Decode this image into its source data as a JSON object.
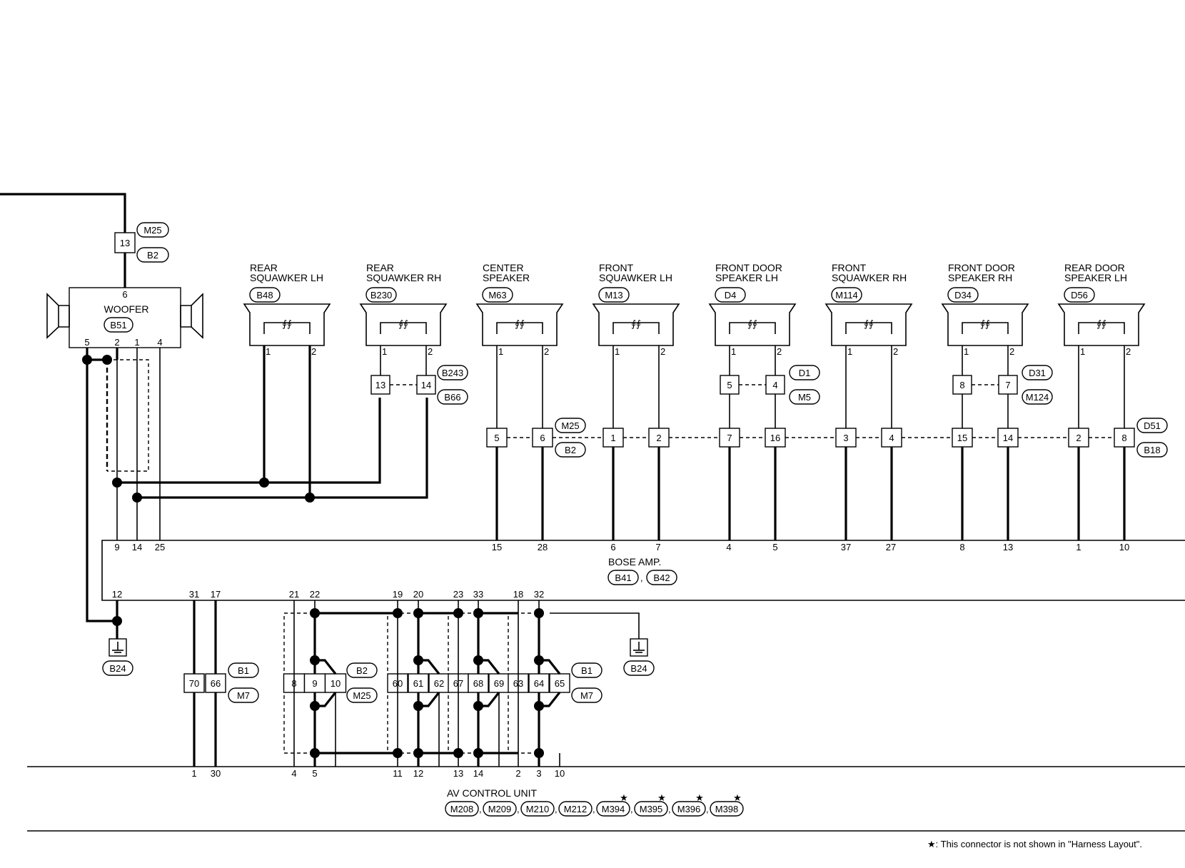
{
  "woofer": {
    "label": "WOOFER",
    "connector": "B51",
    "top_pin": "6",
    "pins": [
      "5",
      "2",
      "1",
      "4"
    ],
    "joint_pin": "13",
    "joint_connectors": [
      "M25",
      "B2"
    ]
  },
  "speakers": [
    {
      "title": [
        "REAR",
        "SQUAWKER LH"
      ],
      "connector": "B48",
      "pins": [
        "1",
        "2"
      ]
    },
    {
      "title": [
        "REAR",
        "SQUAWKER RH"
      ],
      "connector": "B230",
      "pins": [
        "1",
        "2"
      ],
      "joint": [
        "13",
        "14"
      ],
      "joint_connectors": [
        "B243",
        "B66"
      ]
    },
    {
      "title": [
        "CENTER",
        "SPEAKER"
      ],
      "connector": "M63",
      "pins": [
        "1",
        "2"
      ],
      "joint": [
        "5",
        "6"
      ],
      "joint_connectors": [
        "M25",
        "B2"
      ]
    },
    {
      "title": [
        "FRONT",
        "SQUAWKER LH"
      ],
      "connector": "M13",
      "pins": [
        "1",
        "2"
      ],
      "joint": [
        "1",
        "2"
      ]
    },
    {
      "title": [
        "FRONT DOOR",
        "SPEAKER LH"
      ],
      "connector": "D4",
      "pins": [
        "1",
        "2"
      ],
      "joint_upper": [
        "5",
        "4"
      ],
      "joint_upper_connectors": [
        "D1",
        "M5"
      ],
      "joint": [
        "7",
        "16"
      ]
    },
    {
      "title": [
        "FRONT",
        "SQUAWKER RH"
      ],
      "connector": "M114",
      "pins": [
        "1",
        "2"
      ],
      "joint": [
        "3",
        "4"
      ]
    },
    {
      "title": [
        "FRONT DOOR",
        "SPEAKER RH"
      ],
      "connector": "D34",
      "pins": [
        "1",
        "2"
      ],
      "joint_upper": [
        "8",
        "7"
      ],
      "joint_upper_connectors": [
        "D31",
        "M124"
      ],
      "joint": [
        "15",
        "14"
      ]
    },
    {
      "title": [
        "REAR DOOR",
        "SPEAKER LH"
      ],
      "connector": "D56",
      "pins": [
        "1",
        "2"
      ],
      "joint": [
        "2",
        "8"
      ],
      "joint_connectors": [
        "D51",
        "B18"
      ]
    }
  ],
  "bose_amp": {
    "label": "BOSE AMP.",
    "connectors": [
      "B41",
      "B42"
    ],
    "separator": ",",
    "top_pins": [
      "9",
      "14",
      "25",
      "15",
      "28",
      "6",
      "7",
      "4",
      "5",
      "37",
      "27",
      "8",
      "13",
      "1",
      "10"
    ],
    "bottom_pins": [
      "12",
      "31",
      "17",
      "21",
      "22",
      "19",
      "20",
      "23",
      "33",
      "18",
      "32"
    ]
  },
  "ground": {
    "connector": "B24"
  },
  "joint_left": {
    "pins": [
      "70",
      "66"
    ],
    "connectors": [
      "B1",
      "M7"
    ]
  },
  "joint_mid": {
    "pins": [
      "8",
      "9",
      "10"
    ],
    "connectors": [
      "B2",
      "M25"
    ]
  },
  "joint_right": {
    "pins": [
      "60",
      "61",
      "62",
      "67",
      "68",
      "69",
      "63",
      "64",
      "65"
    ],
    "connectors": [
      "B1",
      "M7"
    ]
  },
  "av_control_unit": {
    "label": "AV CONTROL UNIT",
    "pins": [
      "1",
      "30",
      "4",
      "5",
      "11",
      "12",
      "13",
      "14",
      "2",
      "3",
      "10"
    ],
    "connectors": [
      "M208",
      "M209",
      "M210",
      "M212",
      "M394",
      "M395",
      "M396",
      "M398"
    ],
    "starred": [
      false,
      false,
      false,
      false,
      true,
      true,
      true,
      true
    ],
    "separator": ","
  },
  "footnote": "★: This connector is not shown in \"Harness Layout\"."
}
